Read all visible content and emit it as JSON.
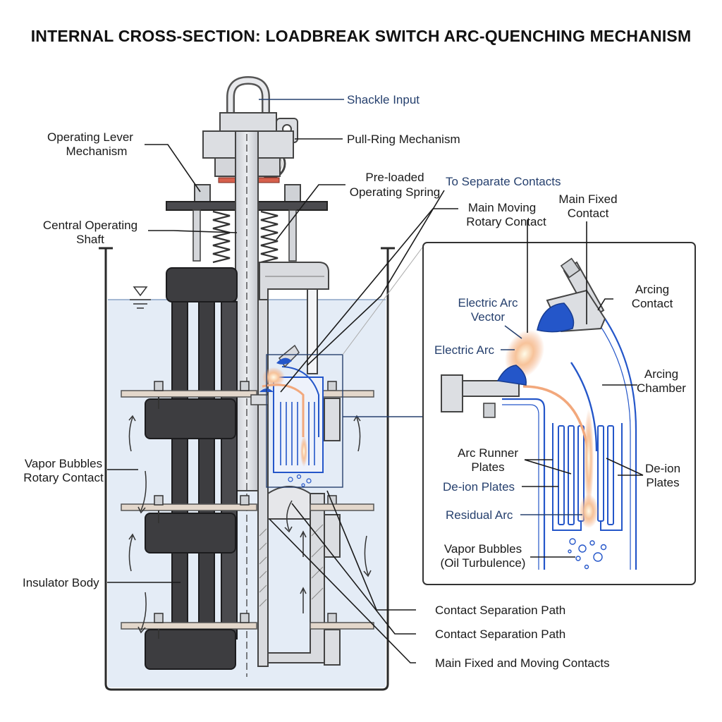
{
  "title": "INTERNAL CROSS-SECTION: LOADBREAK SWITCH ARC-QUENCHING MECHANISM",
  "labels": {
    "shackle_input": "Shackle Input",
    "pull_ring": "Pull-Ring Mechanism",
    "operating_lever": [
      "Operating Lever",
      "Mechanism"
    ],
    "operating_spring": [
      "Pre-loaded",
      "Operating Spring"
    ],
    "central_shaft": [
      "Central Operating",
      "Shaft"
    ],
    "vapor_rotary": [
      "Vapor Bubbles",
      "Rotary Contact"
    ],
    "insulator_body": "Insulator Body",
    "to_separate": "To Separate Contacts",
    "main_moving": [
      "Main Moving",
      "Rotary Contact"
    ],
    "main_fixed": [
      "Main Fixed",
      "Contact"
    ],
    "contact_sep_1": "Contact Separation Path",
    "contact_sep_2": "Contact Separation Path",
    "main_fixed_moving": "Main Fixed and Moving Contacts"
  },
  "inset": {
    "arc_vector": [
      "Electric Arc",
      "Vector"
    ],
    "electric_arc": "Electric Arc",
    "arcing_contact": [
      "Arcing",
      "Contact"
    ],
    "arcing_chamber": [
      "Arcing",
      "Chamber"
    ],
    "arc_runner": [
      "Arc Runner",
      "Plates"
    ],
    "deion_left": "De-ion Plates",
    "deion_right": [
      "De-ion",
      "Plates"
    ],
    "residual_arc": "Residual Arc",
    "vapor_oil": [
      "Vapor Bubbles",
      "(Oil Turbulence)"
    ]
  },
  "colors": {
    "oil": "#e4ecf6",
    "insulator": "#3d3d40",
    "metal": "#d9dbdf",
    "contact_blue": "#2456c9",
    "arc": "#f2a87c",
    "label_blue": "#26406e"
  }
}
